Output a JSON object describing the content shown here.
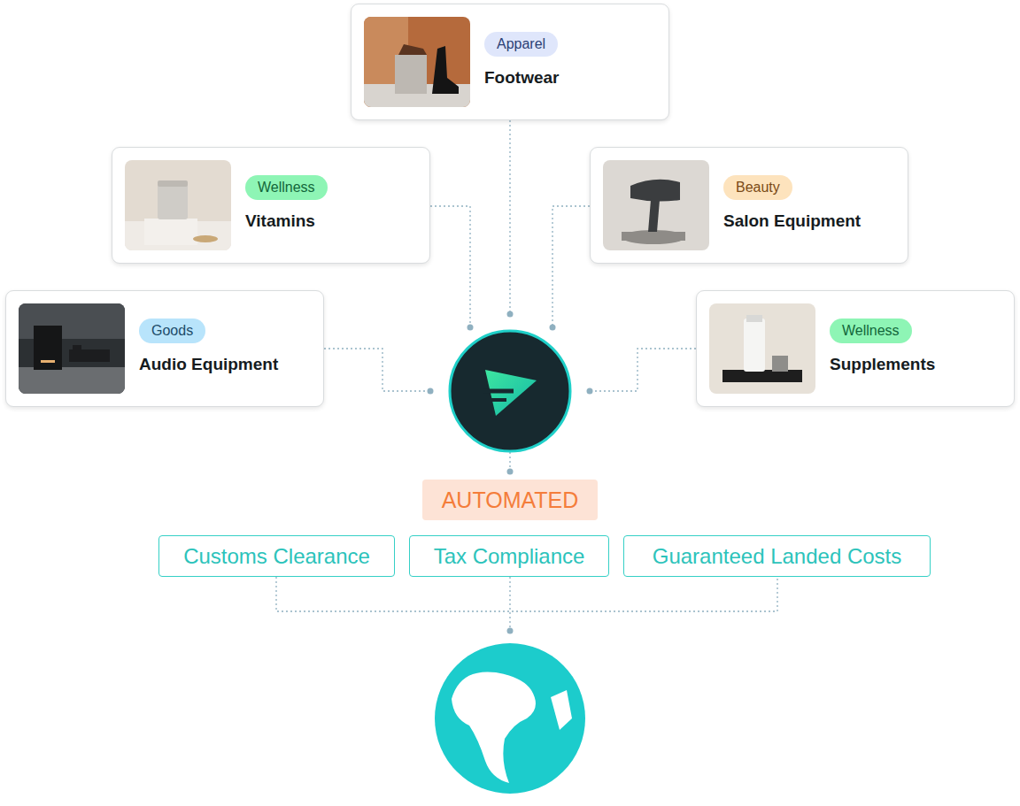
{
  "diagram": {
    "nodes": [
      {
        "text": [
          "Footwear"
        ]
      },
      {
        "text": [
          "Apparel"
        ],
        "in": 0
      },
      {
        "text": [
          "Vitamins"
        ]
      },
      {
        "text": [
          "Wellness"
        ],
        "in": 2
      },
      {
        "text": [
          "Salon Equipment"
        ]
      },
      {
        "text": [
          "Beauty"
        ],
        "in": 4
      },
      {
        "text": [
          "Audio Equipment"
        ]
      },
      {
        "text": [
          "Goods"
        ],
        "in": 6
      },
      {
        "text": [
          "Supplements"
        ]
      },
      {
        "text": [
          "Wellness"
        ],
        "in": 8
      },
      {
        "text": [
          "AUTOMATED"
        ]
      },
      {
        "text": [
          "Customs Clearance"
        ]
      },
      {
        "text": [
          "Tax Compliance"
        ]
      },
      {
        "text": [
          "Guaranteed Landed Costs"
        ]
      }
    ]
  }
}
